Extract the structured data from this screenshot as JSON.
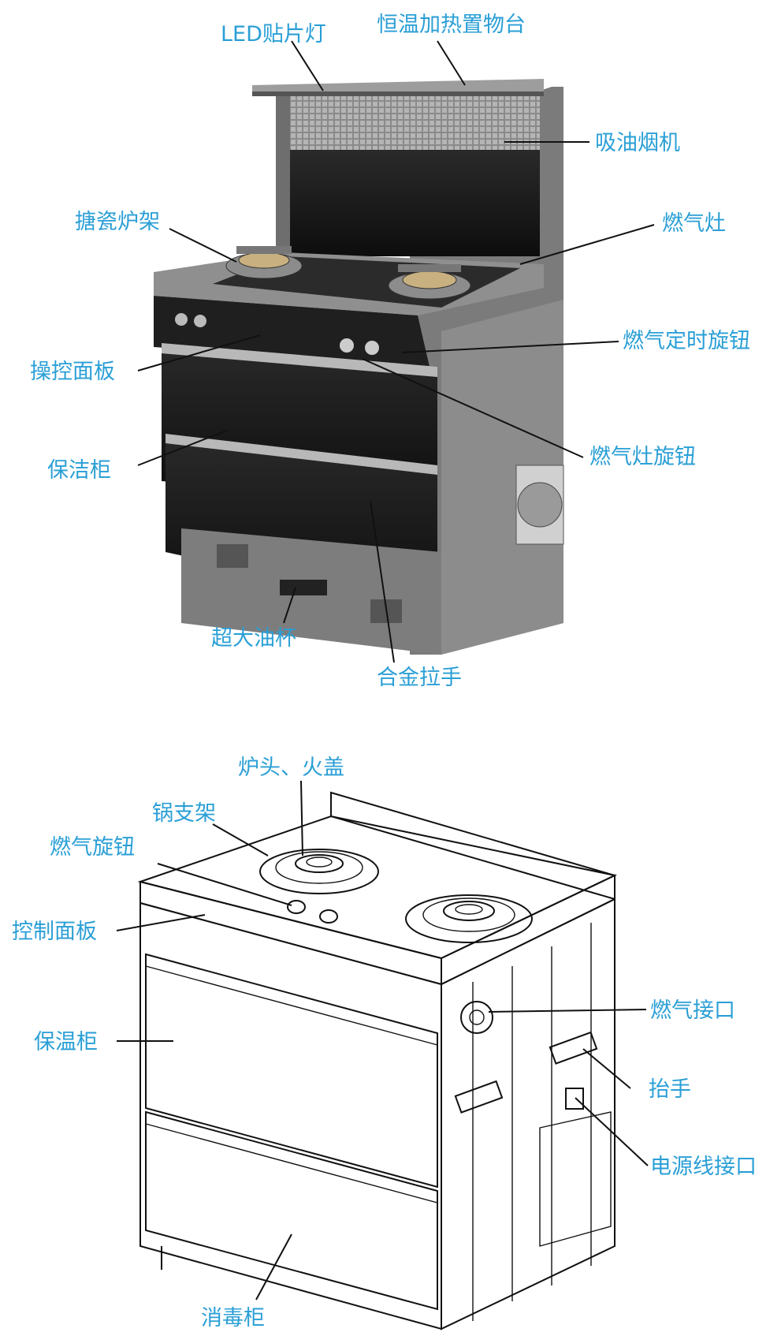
{
  "diagram_top": {
    "labels": {
      "led_light": "LED贴片灯",
      "warming_rack": "恒温加热置物台",
      "range_hood": "吸油烟机",
      "enamel_rack": "搪瓷炉架",
      "gas_stove": "燃气灶",
      "timer_knob": "燃气定时旋钮",
      "control_panel": "操控面板",
      "stove_knob": "燃气灶旋钮",
      "cleaning_cabinet": "保洁柜",
      "oil_cup": "超大油杯",
      "alloy_handle": "合金拉手"
    }
  },
  "diagram_bottom": {
    "labels": {
      "burner_cap": "炉头、火盖",
      "pot_support": "锅支架",
      "gas_knob": "燃气旋钮",
      "control_panel": "控制面板",
      "warming_cabinet": "保温柜",
      "gas_inlet": "燃气接口",
      "handle": "抬手",
      "power_port": "电源线接口",
      "disinfection_cabinet": "消毒柜"
    }
  }
}
